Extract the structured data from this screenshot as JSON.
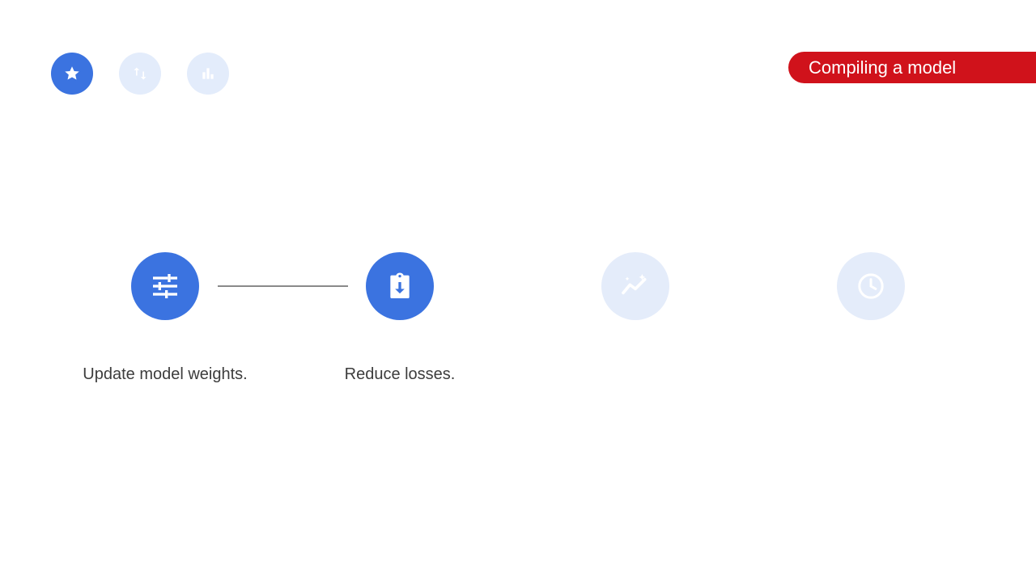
{
  "title": "Compiling a model",
  "nav_icons": [
    {
      "name": "star-icon",
      "state": "active"
    },
    {
      "name": "swap-vertical-icon",
      "state": "inactive"
    },
    {
      "name": "bar-chart-icon",
      "state": "inactive"
    }
  ],
  "steps": [
    {
      "icon": "tune-sliders-icon",
      "label": "Update model weights.",
      "state": "active"
    },
    {
      "icon": "clipboard-download-icon",
      "label": "Reduce losses.",
      "state": "active"
    },
    {
      "icon": "trending-sparkle-icon",
      "label": "",
      "state": "inactive"
    },
    {
      "icon": "clock-icon",
      "label": "",
      "state": "inactive"
    }
  ],
  "colors": {
    "accent_blue": "#3b73e0",
    "inactive_blue": "#e4ecfa",
    "title_red": "#d0121b",
    "connector_gray": "#8a8a8a",
    "text": "#3c3c3c"
  }
}
